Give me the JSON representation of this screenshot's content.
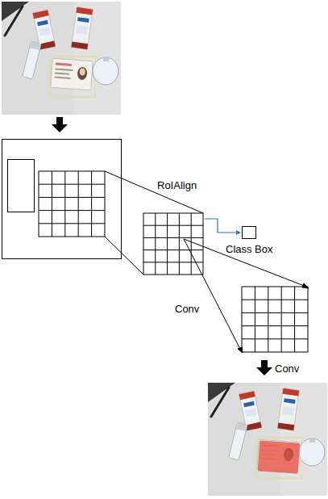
{
  "diagram": {
    "nodes": [
      {
        "text": [
          "Class Box"
        ]
      }
    ],
    "labels": [
      "RoIAlign",
      "Conv",
      "Conv"
    ]
  }
}
